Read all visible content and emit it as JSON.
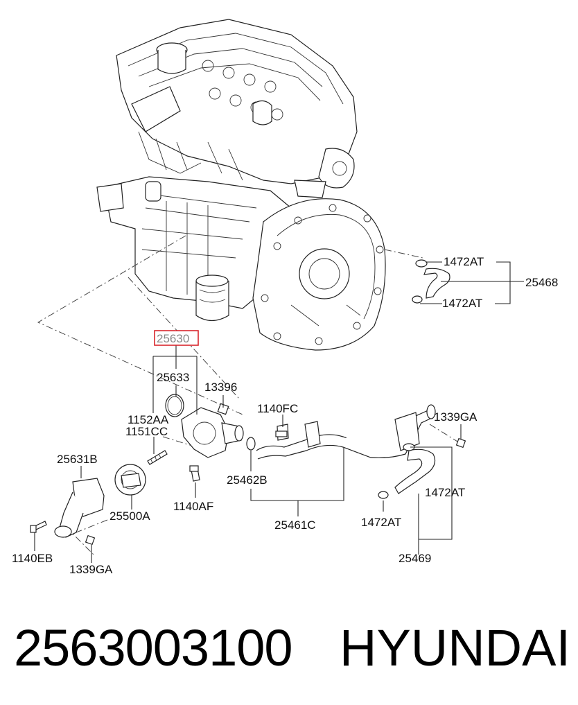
{
  "callouts": {
    "hl": "25630",
    "c25633": "25633",
    "c13396": "13396",
    "c1152AA": "1152AA",
    "c1151CC": "1151CC",
    "c25631B": "25631B",
    "c25500A": "25500A",
    "c1140AF": "1140AF",
    "c1140EB": "1140EB",
    "c1339GA_l": "1339GA",
    "c1140FC": "1140FC",
    "c25462B": "25462B",
    "c25461C": "25461C",
    "c1339GA_r": "1339GA",
    "c1472AT_a": "1472AT",
    "c1472AT_b": "1472AT",
    "c1472AT_c": "1472AT",
    "c1472AT_d": "1472AT",
    "c25468": "25468",
    "c25469": "25469"
  },
  "footer": {
    "part_number": "2563003100",
    "brand": "HYUNDAI"
  },
  "colors": {
    "highlight_border": "#d9262c",
    "highlight_text": "#888888",
    "line": "#222222"
  }
}
